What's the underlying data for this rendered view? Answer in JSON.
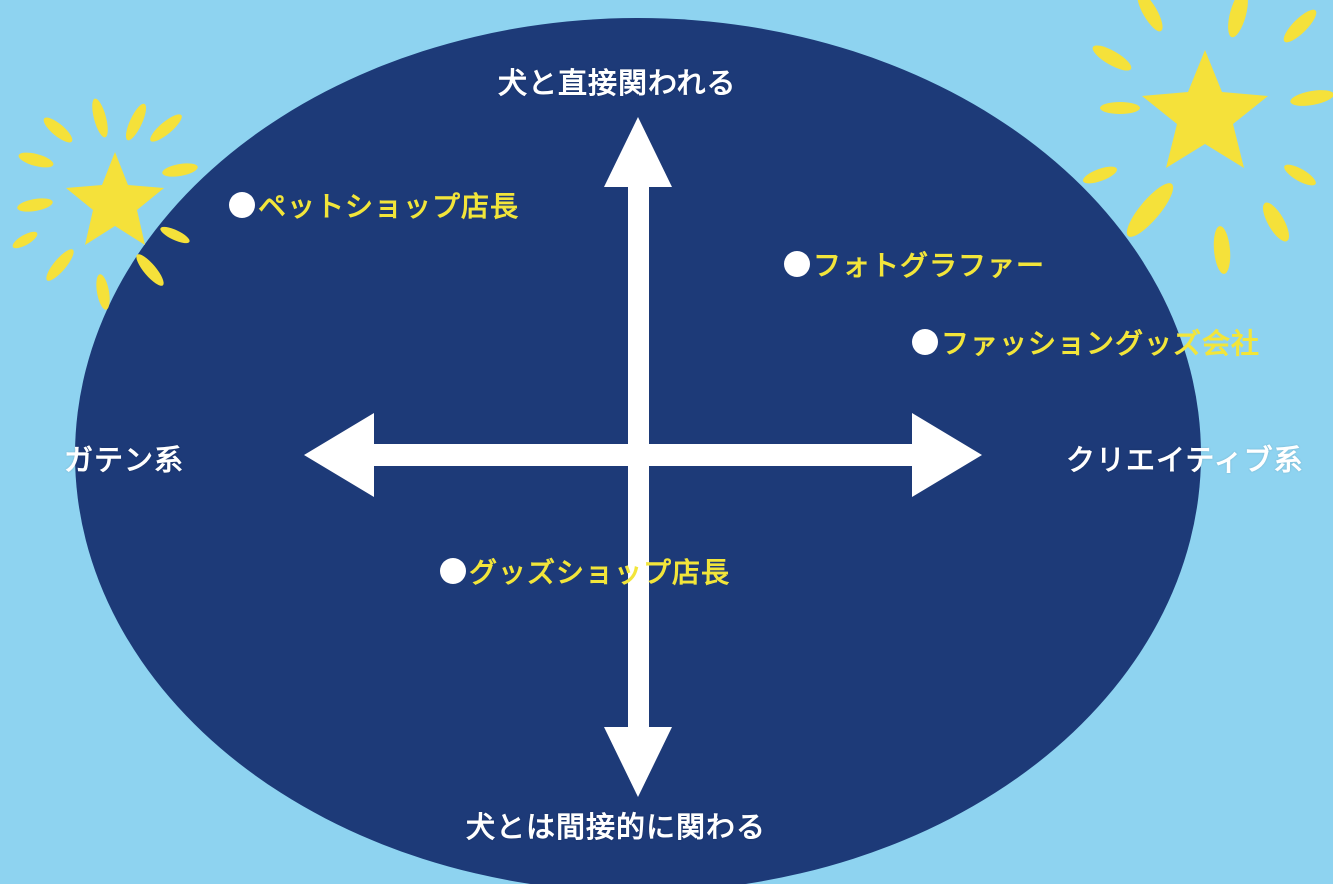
{
  "colors": {
    "background": "#8ed3f0",
    "ellipse": "#1d3a78",
    "arrow": "#ffffff",
    "item_text": "#f2e53a",
    "axis_text": "#ffffff",
    "sparkle": "#f5e13a"
  },
  "axes": {
    "top": "犬と直接関われる",
    "bottom": "犬とは間接的に関わる",
    "left": "ガテン系",
    "right": "クリエイティブ系"
  },
  "items": [
    {
      "label": "ペットショップ店長"
    },
    {
      "label": "フォトグラファー"
    },
    {
      "label": "ファッショングッズ会社"
    },
    {
      "label": "グッズショップ店長"
    }
  ],
  "decorations": [
    "sparkle-star-icon",
    "sparkle-star-icon"
  ]
}
